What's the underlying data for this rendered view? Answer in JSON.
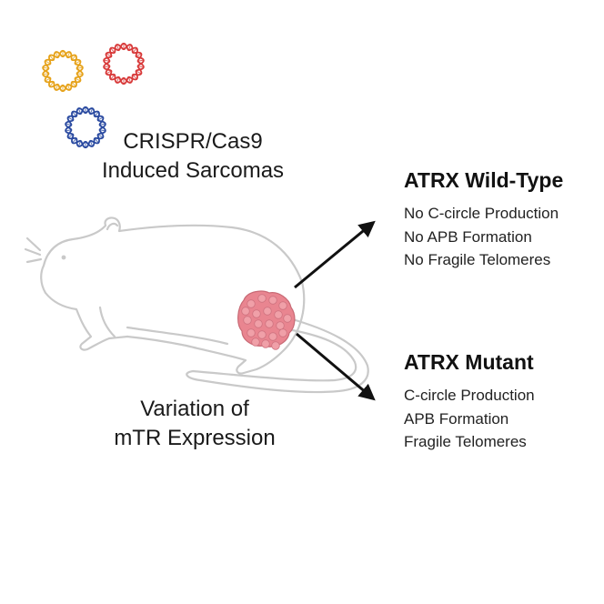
{
  "crispr_label": {
    "line1": "CRISPR/Cas9",
    "line2": "Induced Sarcomas"
  },
  "mtr_label": {
    "line1": "Variation of",
    "line2": "mTR Expression"
  },
  "outcomes": {
    "wild_type": {
      "heading": "ATRX Wild-Type",
      "items": [
        "No C-circle Production",
        "No APB Formation",
        "No Fragile Telomeres"
      ]
    },
    "mutant": {
      "heading": "ATRX Mutant",
      "items": [
        "C-circle Production",
        "APB Formation",
        "Fragile Telomeres"
      ]
    }
  },
  "icons": {
    "plasmids": [
      "dna-plasmid-orange-icon",
      "dna-plasmid-red-icon",
      "dna-plasmid-blue-icon"
    ],
    "animal": "mouse-outline-icon",
    "tumor": "tumor-icon",
    "arrows": [
      "arrow-up-right-icon",
      "arrow-down-right-icon"
    ]
  },
  "colors": {
    "plasmid_orange": "#e6a21a",
    "plasmid_red": "#d83a3a",
    "plasmid_blue": "#2a4aa0",
    "mouse_outline": "#c9c9c9",
    "tumor": "#e98590",
    "arrow": "#111111",
    "text": "#1a1a1a"
  }
}
